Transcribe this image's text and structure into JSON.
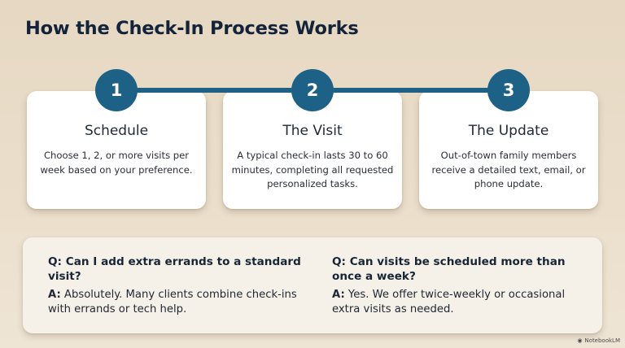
{
  "header": {
    "title": "How the Check-In Process Works"
  },
  "colors": {
    "background": "#e8dbc6",
    "accent": "#1e6186",
    "card": "#ffffff",
    "faq_panel": "#f6f1e8",
    "title_text": "#13233a"
  },
  "steps": [
    {
      "number": "1",
      "title": "Schedule",
      "description": "Choose 1, 2, or more visits per week based on your preference."
    },
    {
      "number": "2",
      "title": "The Visit",
      "description": "A typical check-in lasts 30 to 60 minutes, completing all requested personalized tasks."
    },
    {
      "number": "3",
      "title": "The Update",
      "description": "Out-of-town family members receive a detailed text, email, or phone update."
    }
  ],
  "faq": [
    {
      "question": "Q: Can I add extra errands to a standard visit?",
      "answer_prefix": "A:",
      "answer": " Absolutely. Many clients combine check-ins with errands or tech help."
    },
    {
      "question": "Q: Can visits be scheduled more than once a week?",
      "answer_prefix": "A:",
      "answer": " Yes. We offer twice-weekly or occasional extra visits as needed."
    }
  ],
  "watermark": {
    "icon": "notebooklm-logo-icon",
    "label": "NotebookLM"
  }
}
